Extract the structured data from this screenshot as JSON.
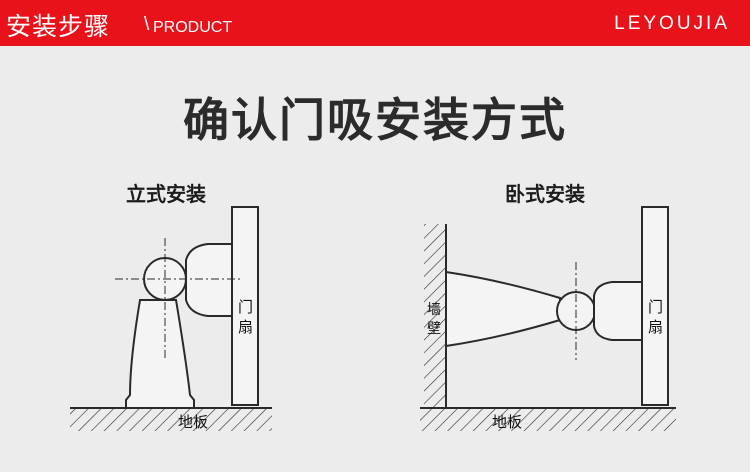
{
  "header": {
    "title_zh": "安装步骤",
    "separator": "\\",
    "title_en": "PRODUCT",
    "brand": "LEYOUJIA"
  },
  "main_title": "确认门吸安装方式",
  "vertical": {
    "title": "立式安装",
    "door_label_1": "门",
    "door_label_2": "扇",
    "floor_label": "地板"
  },
  "horizontal": {
    "title": "卧式安装",
    "wall_label_1": "墙",
    "wall_label_2": "壁",
    "door_label_1": "门",
    "door_label_2": "扇",
    "floor_label": "地板"
  },
  "colors": {
    "header_bg": "#e8121b",
    "background": "#ececec",
    "line": "#2a2a2a"
  }
}
